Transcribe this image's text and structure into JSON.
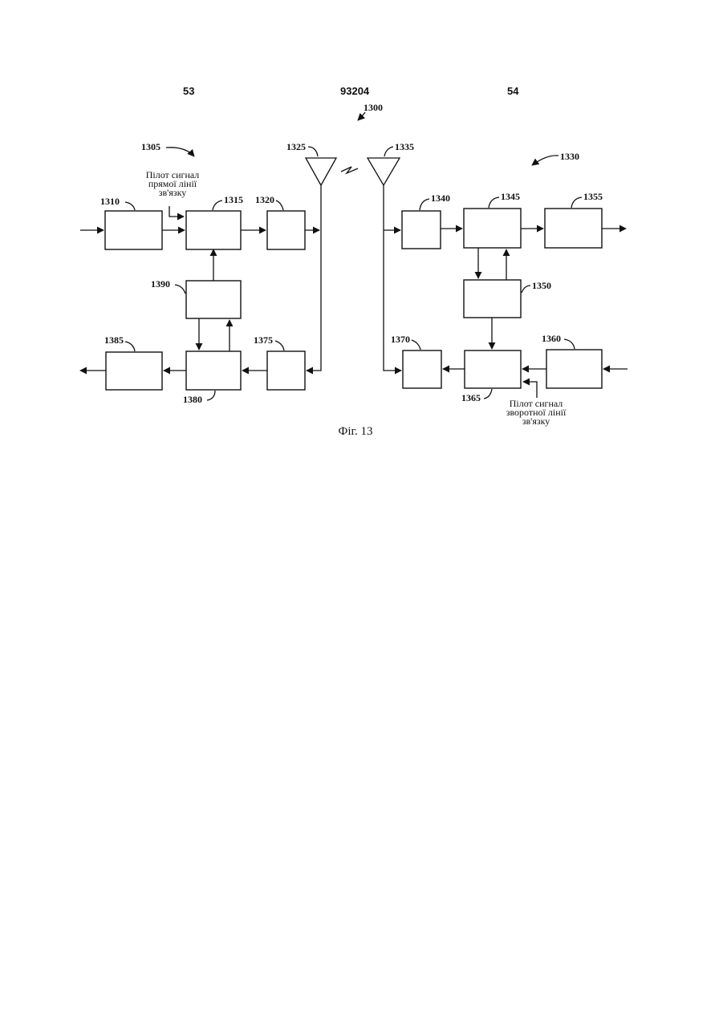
{
  "header": {
    "left_page": "53",
    "patent_number": "93204",
    "right_page": "54"
  },
  "refs": {
    "system": "1300",
    "left_station": "1305",
    "right_station": "1330",
    "b1310": "1310",
    "b1315": "1315",
    "b1320": "1320",
    "ant1325": "1325",
    "ant1335": "1335",
    "b1340": "1340",
    "b1345": "1345",
    "b1355": "1355",
    "b1390": "1390",
    "b1350": "1350",
    "b1385": "1385",
    "b1375": "1375",
    "b1380": "1380",
    "b1370": "1370",
    "b1360": "1360",
    "b1365": "1365"
  },
  "notes": {
    "forward_pilot": [
      "Пілот сигнал",
      "прямої лінії",
      "зв'язку"
    ],
    "reverse_pilot": [
      "Пілот сигнал",
      "зворотної лінії",
      "зв'язку"
    ]
  },
  "caption": "Фіг. 13"
}
